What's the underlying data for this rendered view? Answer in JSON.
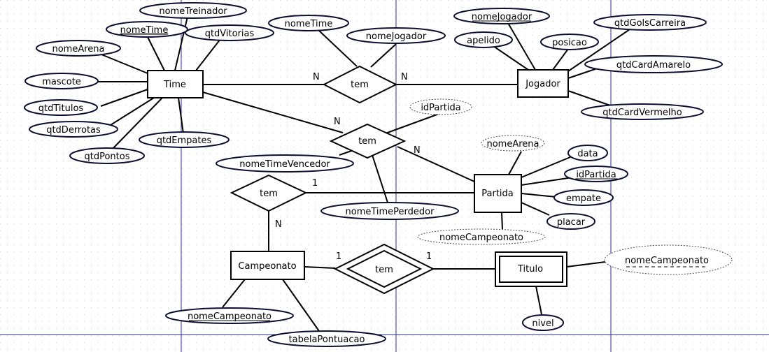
{
  "entities": {
    "time": "Time",
    "jogador": "Jogador",
    "partida": "Partida",
    "campeonato": "Campeonato",
    "titulo": "Titulo"
  },
  "relationships": {
    "time_jogador": "tem",
    "time_partida": "tem",
    "campeonato_partida": "tem",
    "campeonato_titulo": "tem"
  },
  "attributes": {
    "nome_treinador": "nomeTreinador",
    "nome_time": "nomeTime",
    "qtd_vitorias": "qtdVitorias",
    "nome_arena_time": "nomeArena",
    "mascote": "mascote",
    "qtd_titulos": "qtdTitulos",
    "qtd_derrotas": "qtdDerrotas",
    "qtd_pontos": "qtdPontos",
    "qtd_empates": "qtdEmpates",
    "rel_nome_time": "nomeTime",
    "rel_nome_jogador": "nomeJogador",
    "nome_jogador": "nomeJogador",
    "apelido": "apelido",
    "posicao": "posicao",
    "qtd_gols_carreira": "qtdGolsCarreira",
    "qtd_card_amarelo": "qtdCardAmarelo",
    "qtd_card_vermelho": "qtdCardVermelho",
    "rel_id_partida": "idPartida",
    "nome_time_vencedor": "nomeTimeVencedor",
    "nome_time_perdedor": "nomeTimePerdedor",
    "nome_arena_partida": "nomeArena",
    "data": "data",
    "id_partida": "idPartida",
    "empate": "empate",
    "placar": "placar",
    "nome_campeonato_partida": "nomeCampeonato",
    "nome_campeonato": "nomeCampeonato",
    "tabela_pontuacao": "tabelaPontuacao",
    "nome_campeonato_titulo": "nomeCampeonato",
    "nivel": "nivel"
  },
  "cardinalities": {
    "time_jogador_left": "N",
    "time_jogador_right": "N",
    "time_partida_top": "N",
    "time_partida_bottom": "N",
    "campeonato_partida_right": "1",
    "campeonato_partida_bottom": "N",
    "campeonato_titulo_left": "1",
    "campeonato_titulo_right": "1"
  }
}
